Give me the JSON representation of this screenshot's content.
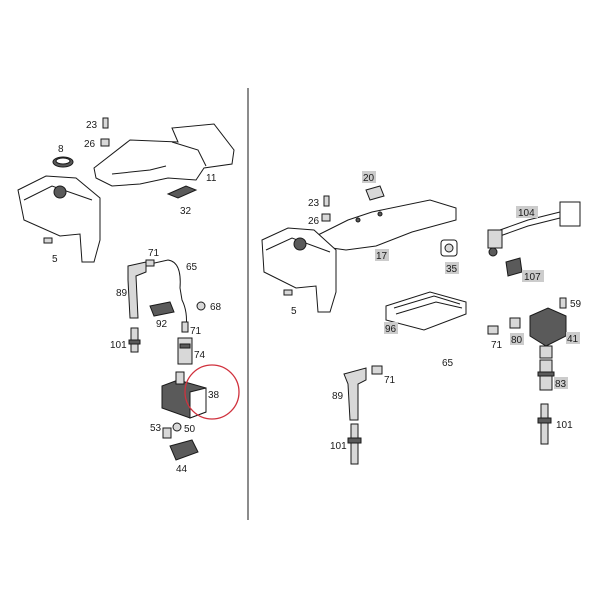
{
  "colors": {
    "ink": "#1a1a1a",
    "label_highlight": "#cccccc",
    "callout_circle": "#d0313d",
    "background": "#ffffff"
  },
  "left_panel": {
    "labels": {
      "p8": "8",
      "p23": "23",
      "p26": "26",
      "p11": "11",
      "p32": "32",
      "p5": "5",
      "p71a": "71",
      "p65": "65",
      "p89": "89",
      "p92": "92",
      "p68": "68",
      "p71b": "71",
      "p101": "101",
      "p74": "74",
      "p38": "38",
      "p53": "53",
      "p50": "50",
      "p44": "44"
    }
  },
  "right_panel": {
    "labels": {
      "p20": "20",
      "p23": "23",
      "p26": "26",
      "p17": "17",
      "p35": "35",
      "p104": "104",
      "p107": "107",
      "p5": "5",
      "p59": "59",
      "p96": "96",
      "p71a": "71",
      "p80": "80",
      "p41": "41",
      "p65": "65",
      "p71b": "71",
      "p83": "83",
      "p89": "89",
      "p101a": "101",
      "p101b": "101"
    }
  }
}
